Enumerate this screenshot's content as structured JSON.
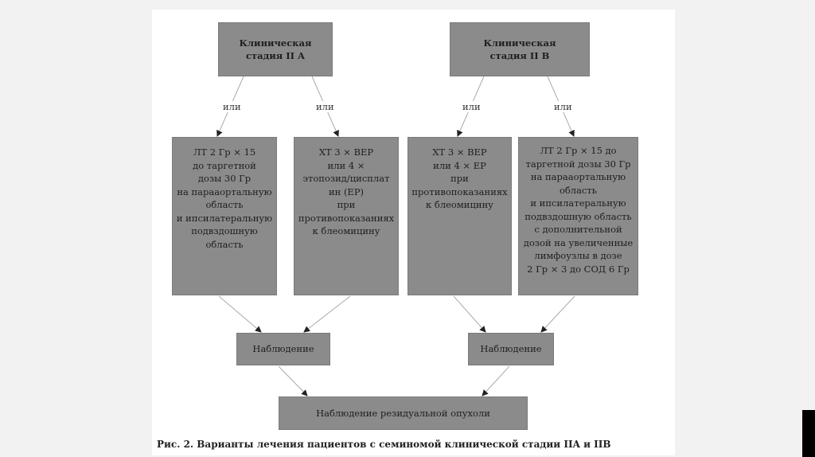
{
  "diagram": {
    "stage_a": [
      "Клиническая",
      "стадия II A"
    ],
    "stage_b": [
      "Клиническая",
      "стадия II B"
    ],
    "or_label": "или",
    "option_a1": [
      "ЛТ 2 Гр × 15",
      "до таргетной",
      "дозы 30 Гр",
      "на парааортальную",
      "область",
      "и ипсилатеральную",
      "подвздошную",
      "область"
    ],
    "option_a2": [
      "ХТ 3 × BEP",
      "или 4 ×",
      "этопозид/цисплат",
      "ин (EP)",
      "при",
      "противопоказаниях",
      "к блеомицину"
    ],
    "option_b1": [
      "ХТ 3 × BEP",
      "или 4 × EP",
      "при",
      "противопоказаниях",
      "к блеомицину"
    ],
    "option_b2": [
      "ЛТ 2 Гр × 15 до",
      "таргетной дозы 30 Гр",
      "на парааортальную",
      "область",
      "и ипсилатеральную",
      "подвздошную область",
      "с дополнительной",
      "дозой на увеличенные",
      "лимфоузлы в дозе",
      "2 Гр × 3 до СОД 6 Гр"
    ],
    "observation": "Наблюдение",
    "residual": "Наблюдение резидуальной опухоли"
  },
  "caption": "Рис. 2. Варианты лечения пациентов с семиномой клинической стадии IIA и IIB"
}
